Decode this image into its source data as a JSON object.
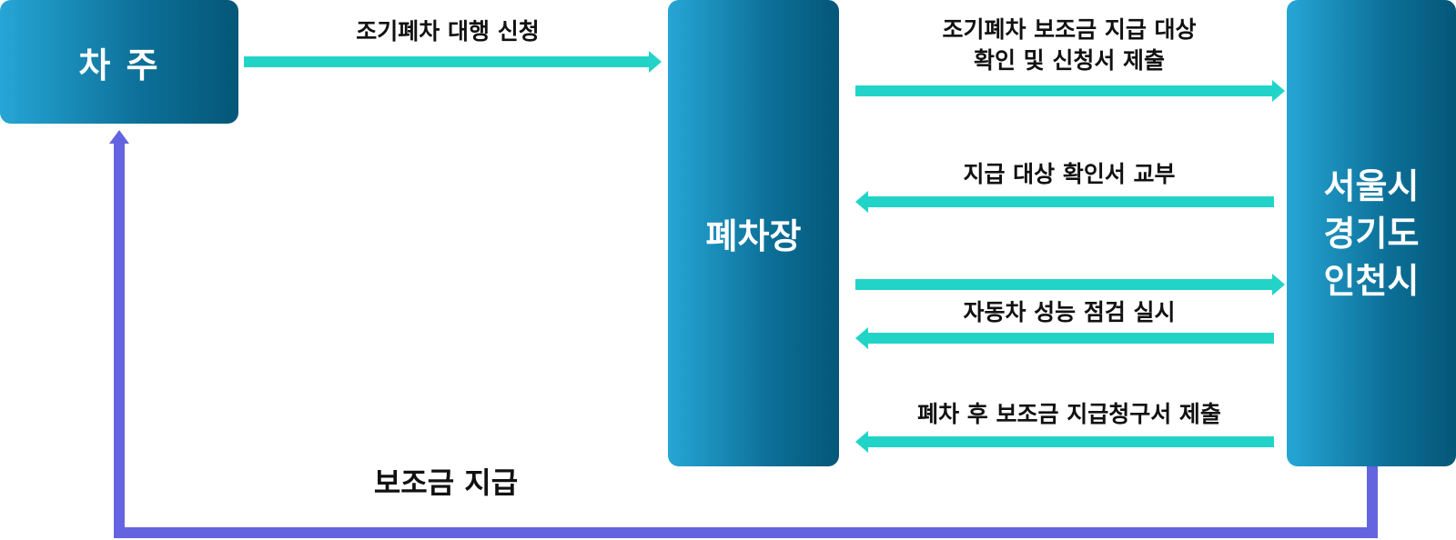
{
  "nodes": {
    "owner": "차 주",
    "scrapyard": "폐차장",
    "government": [
      "서울시",
      "경기도",
      "인천시"
    ]
  },
  "flows": {
    "apply": "조기폐차 대행 신청",
    "submit_line1": "조기폐차 보조금 지급 대상",
    "submit_line2": "확인 및 신청서 제출",
    "issue": "지급 대상 확인서 교부",
    "inspection": "자동차 성능 점검 실시",
    "claim": "폐차 후 보조금 지급청구서 제출",
    "payment": "보조금 지급"
  },
  "colors": {
    "box_gradient_start": "#26a6d6",
    "box_gradient_end": "#045778",
    "flow_arrow": "#22d4c8",
    "payment_arrow": "#6464e0",
    "label_text": "#111111"
  }
}
